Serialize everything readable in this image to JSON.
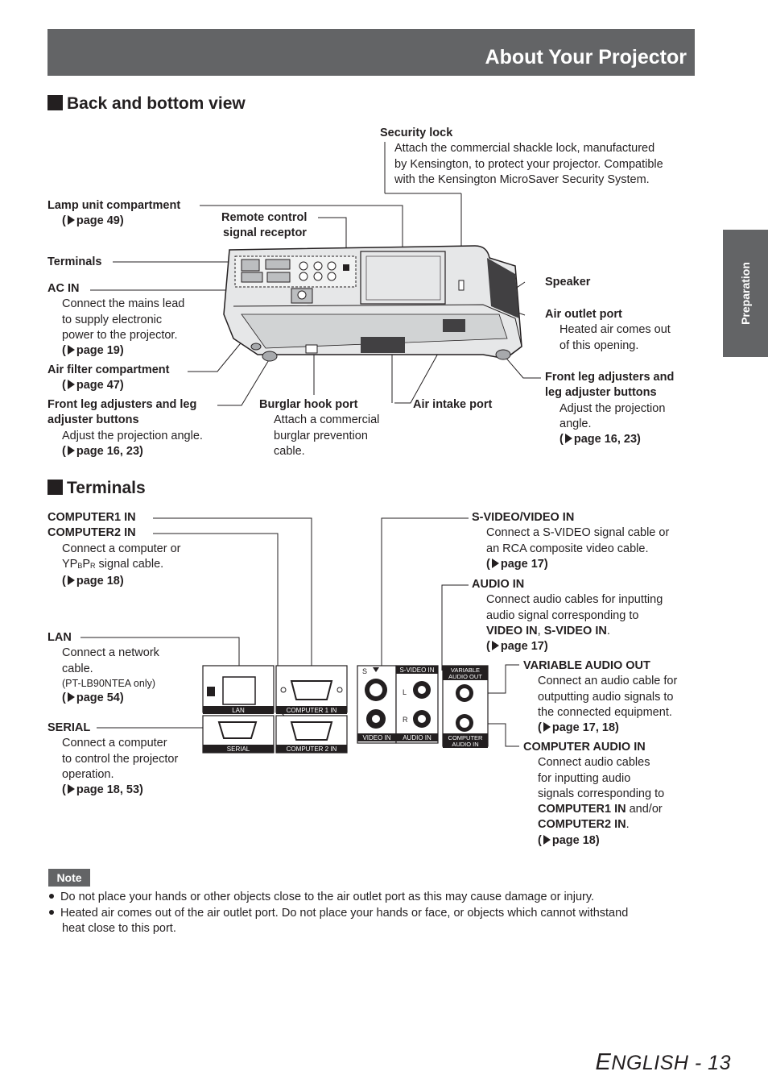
{
  "header": {
    "title": "About Your Projector"
  },
  "side_tab": {
    "label": "Preparation"
  },
  "back_view": {
    "heading": "Back and bottom view",
    "security_lock": {
      "title": "Security lock",
      "desc": [
        "Attach the commercial shackle lock, manufactured",
        "by Kensington, to protect your projector. Compatible",
        "with the Kensington MicroSaver Security System."
      ]
    },
    "lamp_unit": {
      "title": "Lamp unit compartment",
      "ref": "page 49"
    },
    "remote_receptor": {
      "title": [
        "Remote control",
        "signal receptor"
      ]
    },
    "terminals": {
      "title": "Terminals"
    },
    "ac_in": {
      "title": "AC IN",
      "desc": [
        "Connect the mains lead",
        "to supply electronic",
        "power to the projector."
      ],
      "ref": "page 19"
    },
    "air_filter": {
      "title": "Air filter compartment",
      "ref": "page 47"
    },
    "front_leg_left": {
      "title": [
        "Front leg adjusters and leg",
        "adjuster buttons"
      ],
      "desc": [
        "Adjust the projection angle."
      ],
      "ref": "page 16, 23"
    },
    "burglar_hook": {
      "title": "Burglar hook port",
      "desc": [
        "Attach a commercial",
        "burglar prevention",
        "cable."
      ]
    },
    "air_intake": {
      "title": "Air intake port"
    },
    "speaker": {
      "title": "Speaker"
    },
    "air_outlet": {
      "title": "Air outlet port",
      "desc": [
        "Heated air comes out",
        "of this opening."
      ]
    },
    "front_leg_right": {
      "title": [
        "Front leg adjusters and",
        "leg adjuster buttons"
      ],
      "desc": [
        "Adjust the projection",
        "angle."
      ],
      "ref": "page 16, 23"
    }
  },
  "terminals_section": {
    "heading": "Terminals",
    "computer_in": {
      "title1": "COMPUTER1 IN",
      "title2": "COMPUTER2 IN",
      "desc1": "Connect a computer or",
      "desc2_pre": "YP",
      "desc2_sub1": "B",
      "desc2_mid": "P",
      "desc2_sub2": "R",
      "desc2_post": " signal cable.",
      "ref": "page 18"
    },
    "lan": {
      "title": "LAN",
      "desc": [
        "Connect a network",
        "cable."
      ],
      "note": "(PT-LB90NTEA only)",
      "ref": "page 54"
    },
    "serial": {
      "title": "SERIAL",
      "desc": [
        "Connect a computer",
        "to control the projector",
        "operation."
      ],
      "ref": "page 18, 53"
    },
    "svideo": {
      "title": "S-VIDEO/VIDEO IN",
      "desc": [
        "Connect a S-VIDEO signal cable or",
        "an RCA composite video cable."
      ],
      "ref": "page 17"
    },
    "audio_in": {
      "title": "AUDIO IN",
      "desc": [
        "Connect audio cables for inputting",
        "audio signal corresponding to"
      ],
      "desc_b1": "VIDEO IN",
      "desc_sep": ", ",
      "desc_b2": "S-VIDEO IN",
      "desc_end": ".",
      "ref": "page 17"
    },
    "variable_out": {
      "title": "VARIABLE AUDIO OUT",
      "desc": [
        "Connect an audio cable for",
        "outputting audio signals to",
        "the connected equipment."
      ],
      "ref": "page 17, 18"
    },
    "computer_audio": {
      "title": "COMPUTER AUDIO IN",
      "desc": [
        "Connect audio cables",
        "for inputting audio",
        "signals corresponding to"
      ],
      "desc_b1": "COMPUTER1 IN",
      "desc_and": " and/or",
      "desc_b2": "COMPUTER2 IN",
      "desc_end": ".",
      "ref": "page 18"
    },
    "panel_labels": {
      "lan": "LAN",
      "computer1": "COMPUTER 1 IN",
      "computer2": "COMPUTER 2 IN",
      "serial": "SERIAL",
      "s": "S",
      "svideo_in": "S-VIDEO IN",
      "video_in": "VIDEO IN",
      "audio_in": "AUDIO IN",
      "l": "L",
      "r": "R",
      "variable_audio_out": [
        "VARIABLE",
        "AUDIO OUT"
      ],
      "computer_audio_in": [
        "COMPUTER",
        "AUDIO IN"
      ]
    }
  },
  "note": {
    "badge": "Note",
    "bullets": [
      [
        "Do not place your hands or other objects close to the air outlet port as this may cause damage or injury."
      ],
      [
        "Heated air comes out of the air outlet port. Do not place your hands or face, or objects which cannot withstand",
        "heat close to this port."
      ]
    ]
  },
  "footer": {
    "first": "E",
    "rest": "NGLISH - 13"
  }
}
